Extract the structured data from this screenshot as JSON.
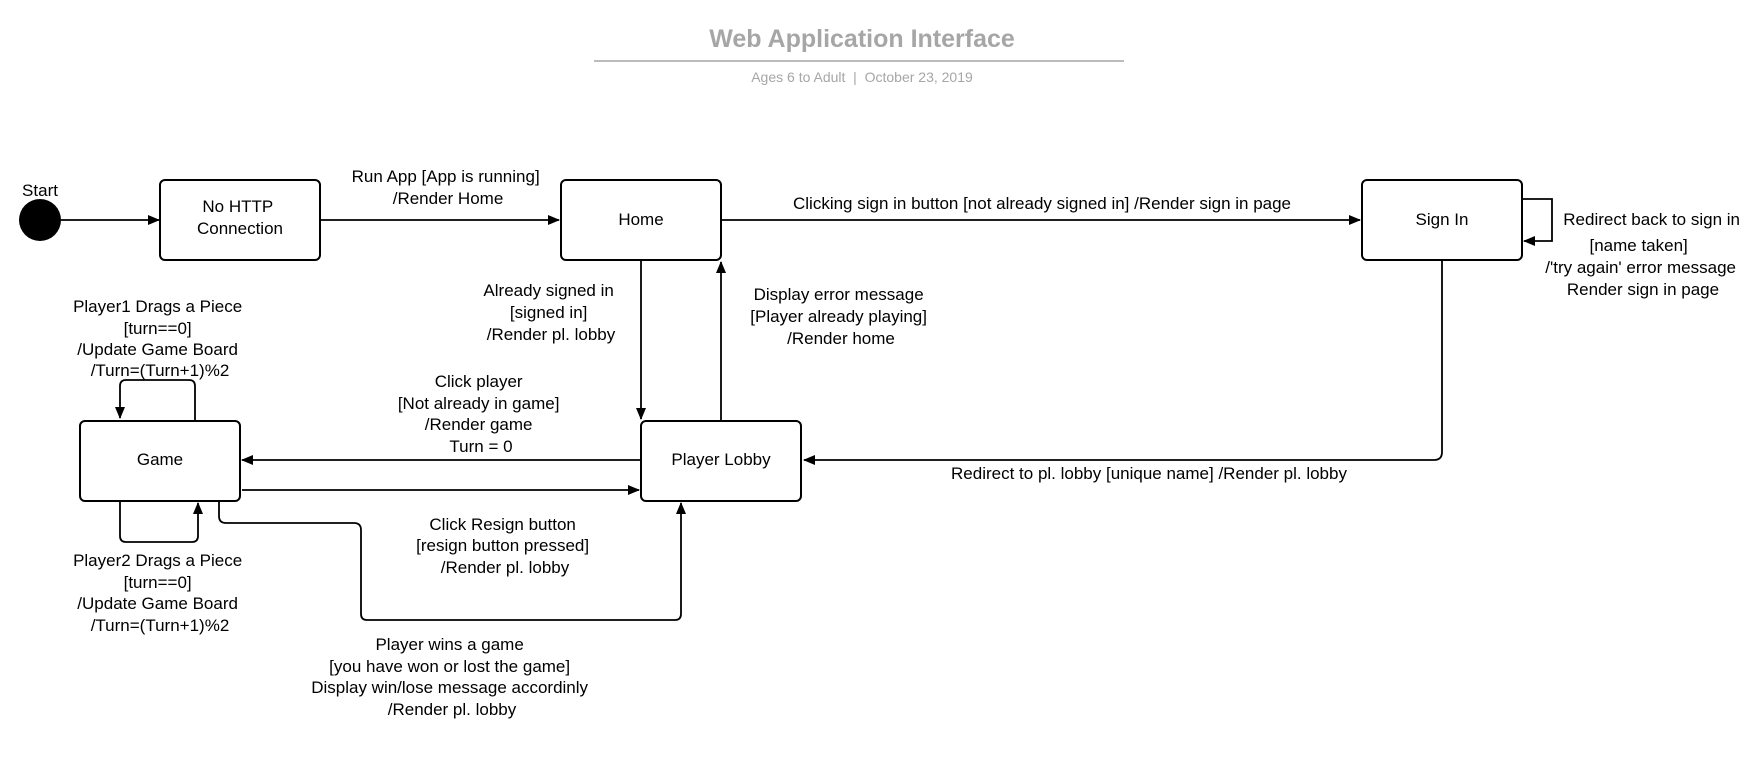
{
  "header": {
    "title": "Web Application Interface",
    "subtitle": "Ages 6 to Adult  |  October 23, 2019"
  },
  "start": {
    "label": "Start"
  },
  "states": {
    "no_http": [
      "No HTTP",
      "Connection"
    ],
    "home": [
      "Home"
    ],
    "sign_in": [
      "Sign In"
    ],
    "game": [
      "Game"
    ],
    "player_lobby": [
      "Player Lobby"
    ]
  },
  "transitions": {
    "run_app": [
      "Run App [App is running]",
      "/Render Home"
    ],
    "sign_in_click": [
      "Clicking sign in button [not already signed in] /Render sign in page"
    ],
    "redirect_sign_in": [
      "Redirect back to sign in",
      "[name taken]",
      "/'try again' error message",
      "Render sign in page"
    ],
    "already_signed": [
      "Already signed in",
      "[signed in]",
      "/Render pl. lobby"
    ],
    "display_error": [
      "Display error message",
      "[Player already playing]",
      "/Render home"
    ],
    "player1_drag": [
      "Player1 Drags a Piece",
      "[turn==0]",
      "/Update Game Board",
      "/Turn=(Turn+1)%2"
    ],
    "click_player": [
      "Click player",
      "[Not already in game]",
      "/Render game",
      "Turn = 0"
    ],
    "redirect_lobby": [
      "Redirect to pl. lobby [unique name] /Render pl. lobby"
    ],
    "click_resign": [
      "Click Resign button",
      "[resign button pressed]",
      "/Render pl. lobby"
    ],
    "player2_drag": [
      "Player2 Drags a Piece",
      "[turn==0]",
      "/Update Game Board",
      "/Turn=(Turn+1)%2"
    ],
    "player_wins": [
      "Player wins a game",
      "[you have won or lost the game]",
      "Display win/lose message accordinly",
      "/Render pl. lobby"
    ]
  }
}
